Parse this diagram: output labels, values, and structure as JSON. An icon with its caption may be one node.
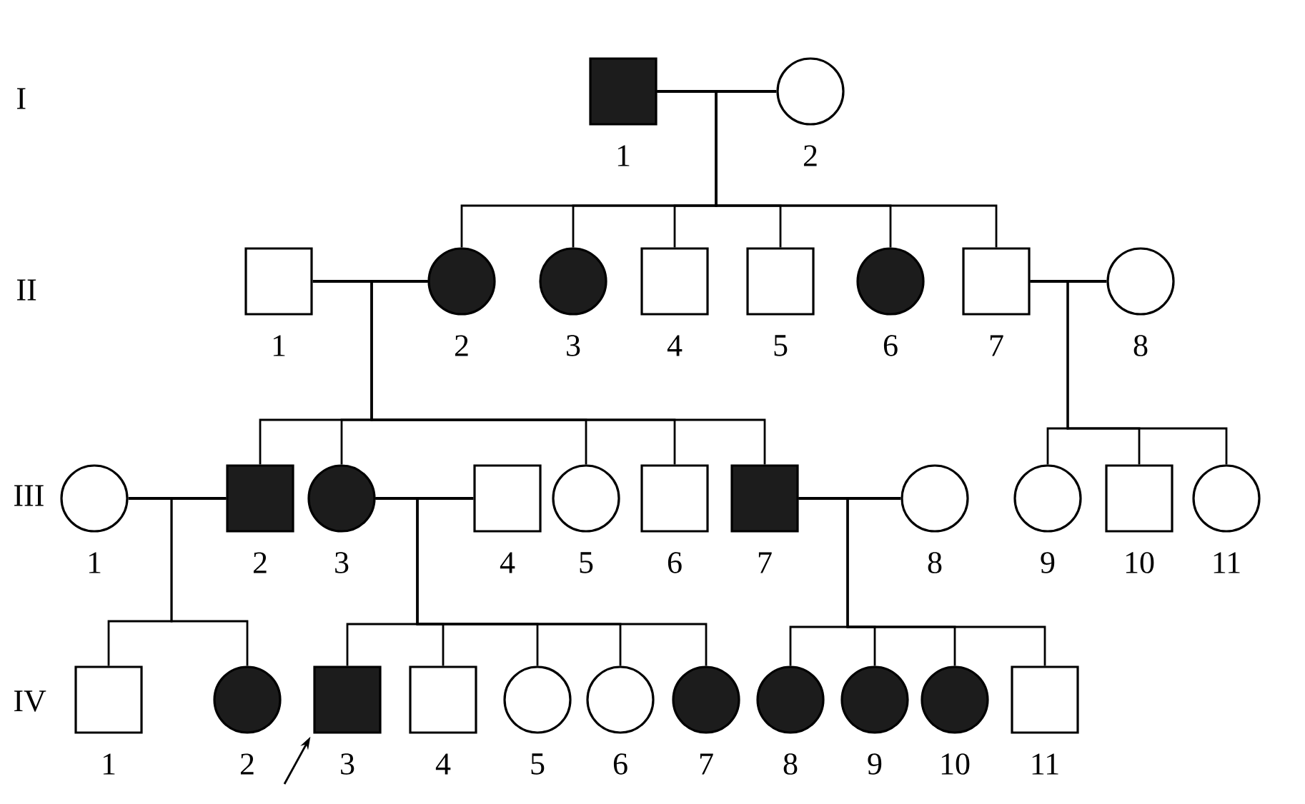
{
  "diagram": {
    "nodes": [
      {
        "text": [],
        "shape": "block",
        "beside": [
          "1"
        ]
      },
      {
        "text": [],
        "shape": "circle",
        "beside": [
          "2"
        ]
      },
      {
        "text": [],
        "shape": "box",
        "beside": [
          "1"
        ]
      },
      {
        "text": [],
        "shape": "disc",
        "beside": [
          "2"
        ]
      },
      {
        "text": [],
        "shape": "disc",
        "beside": [
          "3"
        ]
      },
      {
        "text": [],
        "shape": "box",
        "beside": [
          "4"
        ]
      },
      {
        "text": [],
        "shape": "box",
        "beside": [
          "5"
        ]
      },
      {
        "text": [],
        "shape": "disc",
        "beside": [
          "6"
        ]
      },
      {
        "text": [],
        "shape": "box",
        "beside": [
          "7"
        ]
      },
      {
        "text": [],
        "shape": "circle",
        "beside": [
          "8"
        ]
      },
      {
        "text": [],
        "shape": "circle",
        "beside": [
          "1"
        ]
      },
      {
        "text": [],
        "shape": "block",
        "beside": [
          "2"
        ]
      },
      {
        "text": [],
        "shape": "disc",
        "beside": [
          "3"
        ]
      },
      {
        "text": [],
        "shape": "box",
        "beside": [
          "4"
        ]
      },
      {
        "text": [],
        "shape": "circle",
        "beside": [
          "5"
        ]
      },
      {
        "text": [],
        "shape": "box",
        "beside": [
          "6"
        ]
      },
      {
        "text": [],
        "shape": "block",
        "beside": [
          "7"
        ]
      },
      {
        "text": [],
        "shape": "circle",
        "beside": [
          "8"
        ]
      },
      {
        "text": [],
        "shape": "circle",
        "beside": [
          "9"
        ]
      },
      {
        "text": [],
        "shape": "box",
        "beside": [
          "10"
        ]
      },
      {
        "text": [],
        "shape": "circle",
        "beside": [
          "11"
        ]
      },
      {
        "text": [],
        "shape": "box",
        "beside": [
          "1"
        ]
      },
      {
        "text": [],
        "shape": "disc",
        "beside": [
          "2"
        ]
      },
      {
        "text": [],
        "shape": "block",
        "beside": [
          "3"
        ]
      },
      {
        "text": [],
        "shape": "box",
        "beside": [
          "4"
        ]
      },
      {
        "text": [],
        "shape": "circle",
        "beside": [
          "5"
        ]
      },
      {
        "text": [],
        "shape": "circle",
        "beside": [
          "6"
        ]
      },
      {
        "text": [],
        "shape": "disc",
        "beside": [
          "7"
        ]
      },
      {
        "text": [],
        "shape": "disc",
        "beside": [
          "8"
        ]
      },
      {
        "text": [],
        "shape": "disc",
        "beside": [
          "9"
        ]
      },
      {
        "text": [],
        "shape": "disc",
        "beside": [
          "10"
        ]
      },
      {
        "text": [],
        "shape": "box",
        "beside": [
          "11"
        ]
      }
    ],
    "edges": [
      {
        "from": 0,
        "to": 1,
        "arrow": "none"
      },
      {
        "from": 0,
        "to": 3,
        "arrow": "none"
      },
      {
        "from": 0,
        "to": 4,
        "arrow": "none"
      },
      {
        "from": 0,
        "to": 5,
        "arrow": "none"
      },
      {
        "from": 0,
        "to": 6,
        "arrow": "none"
      },
      {
        "from": 0,
        "to": 7,
        "arrow": "none"
      },
      {
        "from": 0,
        "to": 8,
        "arrow": "none"
      },
      {
        "from": 2,
        "to": 3,
        "arrow": "none"
      },
      {
        "from": 3,
        "to": 11,
        "arrow": "none"
      },
      {
        "from": 3,
        "to": 12,
        "arrow": "none"
      },
      {
        "from": 3,
        "to": 14,
        "arrow": "none"
      },
      {
        "from": 3,
        "to": 15,
        "arrow": "none"
      },
      {
        "from": 3,
        "to": 16,
        "arrow": "none"
      },
      {
        "from": 8,
        "to": 9,
        "arrow": "none"
      },
      {
        "from": 8,
        "to": 18,
        "arrow": "none"
      },
      {
        "from": 8,
        "to": 19,
        "arrow": "none"
      },
      {
        "from": 8,
        "to": 20,
        "arrow": "none"
      },
      {
        "from": 10,
        "to": 11,
        "arrow": "none"
      },
      {
        "from": 11,
        "to": 21,
        "arrow": "none"
      },
      {
        "from": 11,
        "to": 22,
        "arrow": "none"
      },
      {
        "from": 12,
        "to": 13,
        "arrow": "none"
      },
      {
        "from": 12,
        "to": 23,
        "arrow": "none"
      },
      {
        "from": 12,
        "to": 24,
        "arrow": "none"
      },
      {
        "from": 12,
        "to": 25,
        "arrow": "none"
      },
      {
        "from": 12,
        "to": 26,
        "arrow": "none"
      },
      {
        "from": 12,
        "to": 27,
        "arrow": "none"
      },
      {
        "from": 16,
        "to": 17,
        "arrow": "none"
      },
      {
        "from": 16,
        "to": 28,
        "arrow": "none"
      },
      {
        "from": 16,
        "to": 29,
        "arrow": "none"
      },
      {
        "from": 16,
        "to": 30,
        "arrow": "none"
      },
      {
        "from": 16,
        "to": 31,
        "arrow": "none"
      },
      {
        "from": null,
        "to": 23,
        "arrow": "to"
      }
    ],
    "labels": [
      "I",
      "II",
      "III",
      "IV"
    ]
  }
}
